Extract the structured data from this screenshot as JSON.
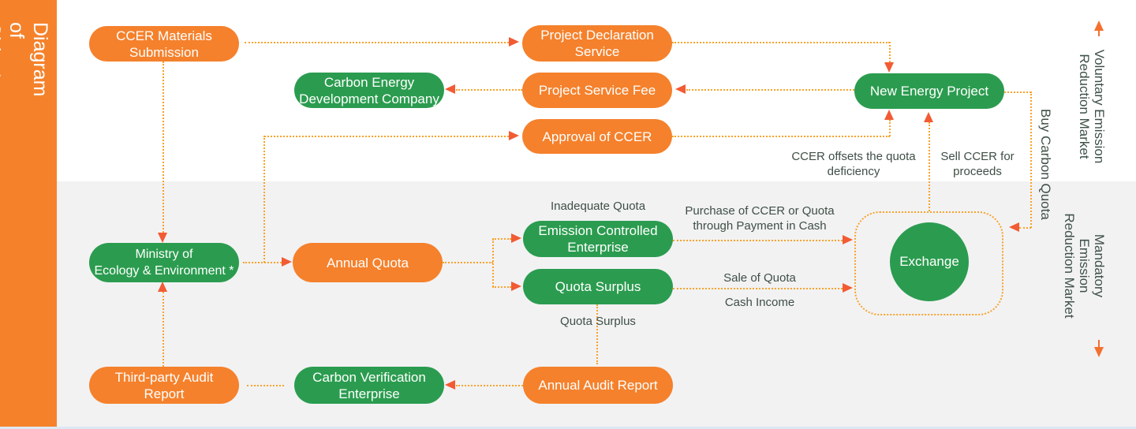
{
  "title": "Diagram of China's Carbon Emission\nRights Market",
  "markets": {
    "voluntary": {
      "label": "Voluntary Emission\nReduction Market"
    },
    "mandatory": {
      "label": "Mandatory Emission\nReduction Market"
    }
  },
  "nodes": {
    "ccer_materials_submission": "CCER Materials\nSubmission",
    "project_declaration_service": "Project Declaration\nService",
    "carbon_energy_development_company": "Carbon Energy\nDevelopment Company",
    "project_service_fee": "Project Service Fee",
    "approval_of_ccer": "Approval of CCER",
    "new_energy_project": "New Energy Project",
    "ministry_of_ecology_environment": "Ministry of\nEcology & Environment *",
    "annual_quota": "Annual Quota",
    "emission_controlled_enterprise": "Emission Controlled\nEnterprise",
    "quota_surplus": "Quota Surplus",
    "third_party_audit_report": "Third-party Audit\nReport",
    "carbon_verification_enterprise": "Carbon Verification\nEnterprise",
    "annual_audit_report": "Annual Audit Report",
    "exchange": "Exchange"
  },
  "flow_labels": {
    "inadequate_quota": "Inadequate Quota",
    "quota_surplus": "Quota Surplus",
    "purchase_of_ccer_or_quota": "Purchase of CCER or Quota\nthrough Payment in Cash",
    "sale_of_quota": "Sale of Quota",
    "cash_income": "Cash Income",
    "ccer_offsets_quota_deficiency": "CCER offsets the quota\ndeficiency",
    "sell_ccer_for_proceeds": "Sell CCER for\nproceeds",
    "buy_carbon_quota": "Buy Carbon Quota"
  },
  "colors": {
    "orange_node": "#F5812C",
    "green_node": "#2B9C4F",
    "sidebar_bg": "#F5822B",
    "dotted_line": "#F8A32B",
    "arrowhead": "#F25B33",
    "label_text": "#3F4F45",
    "section_top_bg": "#FFFFFF",
    "section_bottom_bg": "#F2F2F3"
  }
}
